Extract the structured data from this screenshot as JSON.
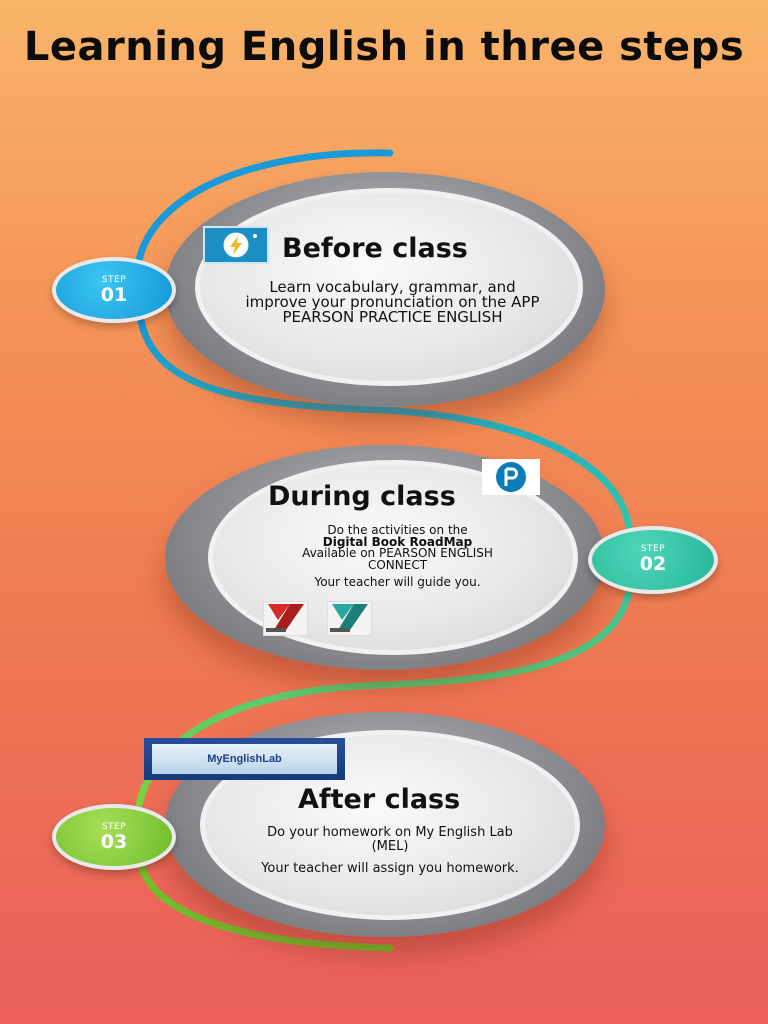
{
  "title": "Learning English in three steps",
  "steps": [
    {
      "step_label": "STEP",
      "step_number": "01",
      "heading": "Before class",
      "body": "Learn vocabulary, grammar, and improve your pronunciation on the APP PEARSON PRACTICE ENGLISH",
      "icon": "lightning-bulb-app-icon",
      "color": "#1a9ad8"
    },
    {
      "step_label": "STEP",
      "step_number": "02",
      "heading": "During class",
      "body_line1": "Do the activities on the",
      "body_bold": "Digital Book RoadMap",
      "body_line2": "Available on PEARSON ENGLISH CONNECT",
      "body_line3": "Your teacher will guide you.",
      "icon": "pearson-logo-icon",
      "color": "#2bb89a"
    },
    {
      "step_label": "STEP",
      "step_number": "03",
      "heading": "After class",
      "body_line1": "Do your homework on My English Lab (MEL)",
      "body_line2": "Your teacher will assign you homework.",
      "logo_text": "MyEnglishLab",
      "color": "#72c02c"
    }
  ]
}
